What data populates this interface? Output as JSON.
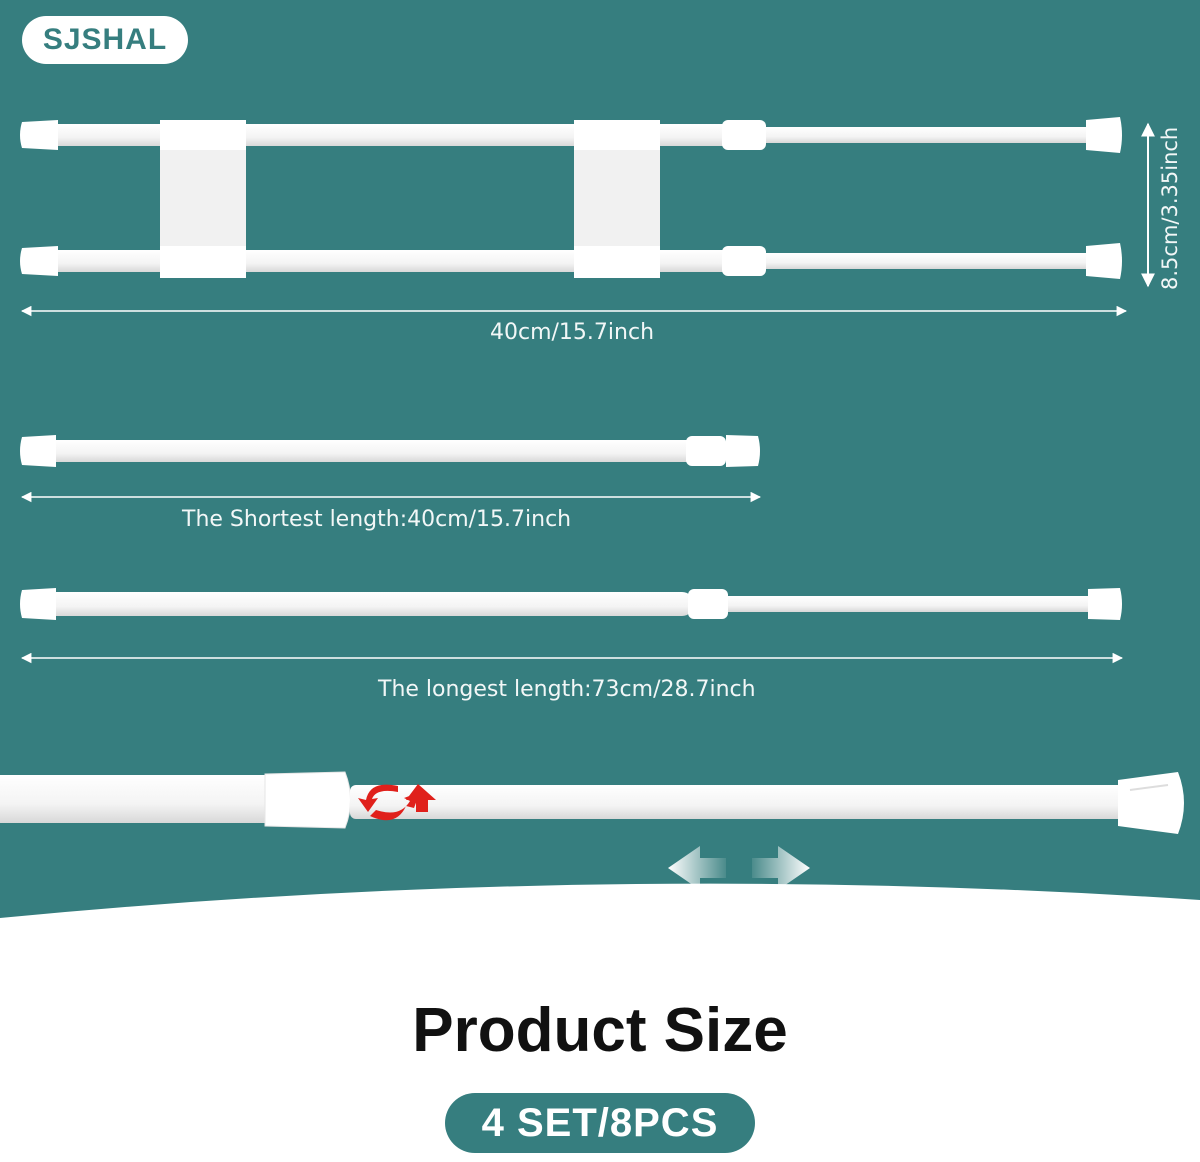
{
  "brand": "SJSHAL",
  "colors": {
    "background": "#367e7f",
    "rod": "#ffffff",
    "rotate_arrow": "#e0201b",
    "title": "#111111"
  },
  "dimensions": {
    "double_rod_width": "40cm/15.7inch",
    "double_rod_height": "8.5cm/3.35inch",
    "shortest_length": "The Shortest length:40cm/15.7inch",
    "longest_length": "The longest length:73cm/28.7inch"
  },
  "title": "Product Size",
  "quantity": "4 SET/8PCS",
  "icons": [
    "rotate-arrows-icon",
    "left-arrow-icon",
    "right-arrow-icon"
  ]
}
